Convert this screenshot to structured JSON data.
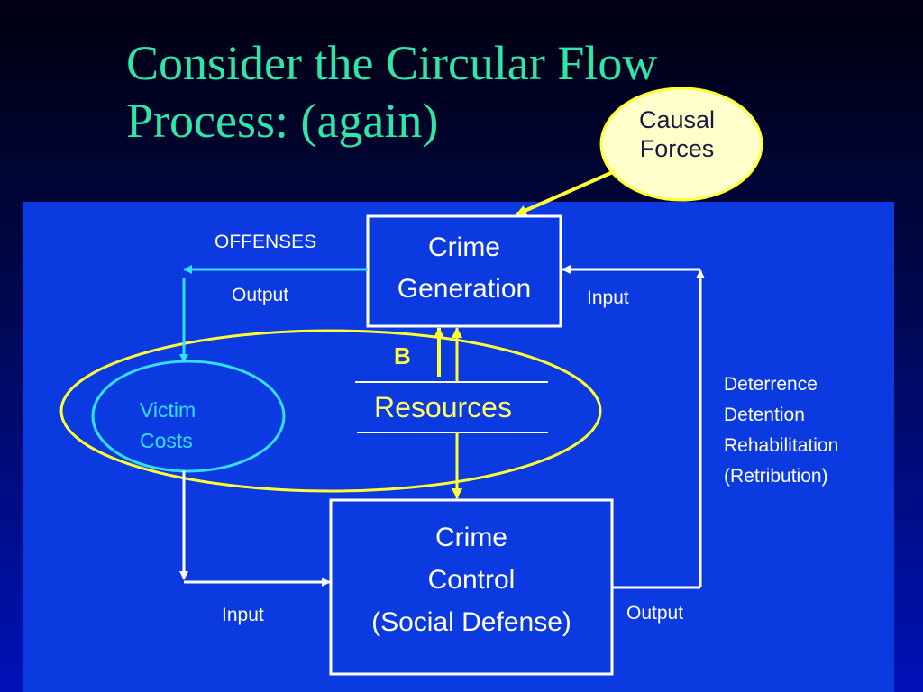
{
  "slide": {
    "title_line1": "Consider the Circular Flow",
    "title_line2": "Process: (again)"
  },
  "callout": {
    "line1": "Causal",
    "line2": "Forces"
  },
  "nodes": {
    "crime_generation": {
      "line1": "Crime",
      "line2": "Generation"
    },
    "crime_control": {
      "line1": "Crime",
      "line2": "Control",
      "line3": "(Social Defense)"
    },
    "resources": "Resources",
    "victim_costs": {
      "line1": "Victim",
      "line2": "Costs"
    },
    "b_marker": "B"
  },
  "labels": {
    "offenses": "OFFENSES",
    "output_top": "Output",
    "input_top": "Input",
    "input_bottom": "Input",
    "output_bottom": "Output"
  },
  "responses": [
    "Deterrence",
    "Detention",
    "Rehabilitation",
    "(Retribution)"
  ],
  "colors": {
    "title": "#2ee6a8",
    "panel": "#0b3ae0",
    "yellow": "#ffff33",
    "cyan": "#33e0ff",
    "callout_fill": "#ffffcc",
    "white": "#ffffff"
  }
}
